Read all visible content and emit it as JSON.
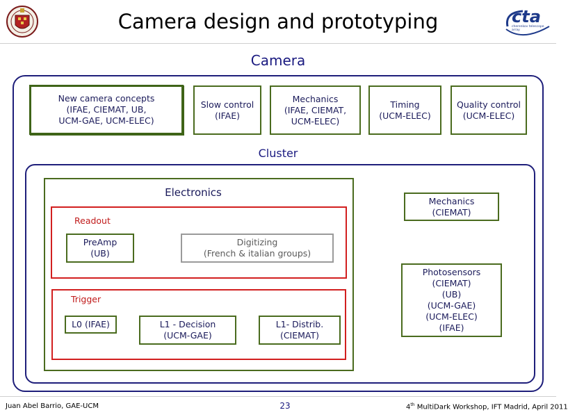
{
  "header": {
    "title": "Camera design and prototyping",
    "logo_right_text": "cta",
    "logo_right_subtext": "cherenkov telescope array"
  },
  "diagram": {
    "camera_label": "Camera",
    "top_boxes": [
      {
        "text": "New camera concepts\n(IFAE, CIEMAT, UB,\nUCM-GAE, UCM-ELEC)"
      },
      {
        "text": "Slow control\n(IFAE)"
      },
      {
        "text": "Mechanics\n(IFAE, CIEMAT,\nUCM-ELEC)"
      },
      {
        "text": "Timing\n(UCM-ELEC)"
      },
      {
        "text": "Quality control\n(UCM-ELEC)"
      }
    ],
    "cluster_label": "Cluster",
    "electronics": {
      "label": "Electronics",
      "readout": {
        "label": "Readout",
        "preamp": "PreAmp\n(UB)",
        "digitizing": "Digitizing\n(French & italian groups)"
      },
      "trigger": {
        "label": "Trigger",
        "l0": "L0 (IFAE)",
        "l1_decision": "L1 - Decision\n(UCM-GAE)",
        "l1_distrib": "L1- Distrib.\n(CIEMAT)"
      }
    },
    "cluster_mechanics": "Mechanics\n(CIEMAT)",
    "photosensors": "Photosensors\n(CIEMAT)\n(UB)\n(UCM-GAE)\n(UCM-ELEC)\n(IFAE)"
  },
  "footer": {
    "author": "Juan Abel Barrio, GAE-UCM",
    "page": "23",
    "event_sup": "th",
    "event_num": "4",
    "event_rest": " MultiDark Workshop, IFT Madrid, April 2011"
  },
  "colors": {
    "navy": "#1e1e7a",
    "green": "#4a6b1e",
    "red": "#d21f1f",
    "gray": "#9a9a9a"
  }
}
